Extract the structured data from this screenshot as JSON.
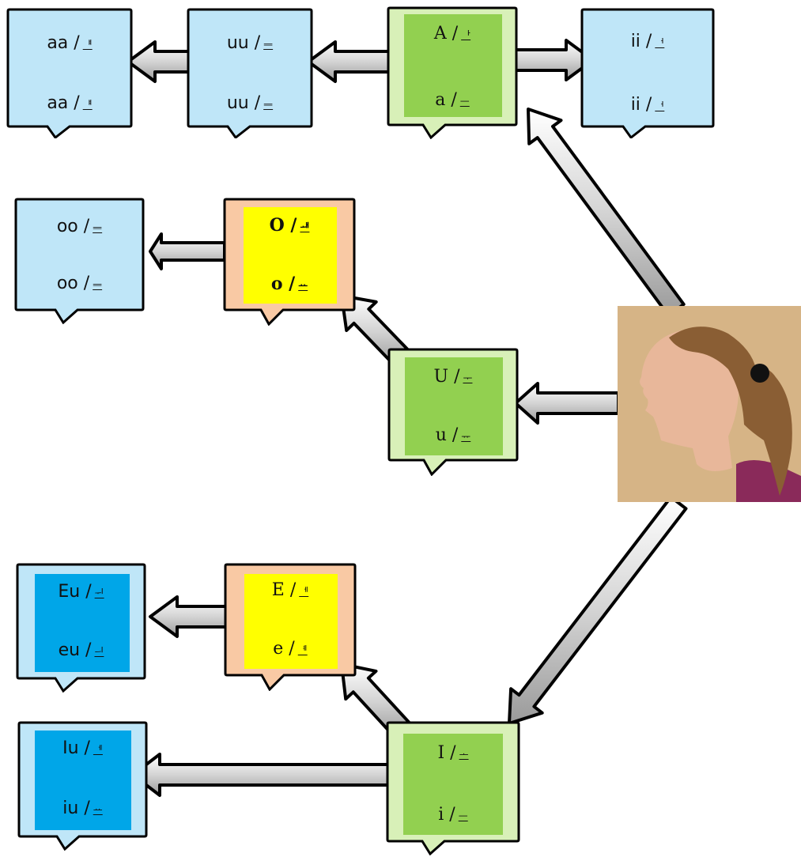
{
  "nodes": {
    "aa": {
      "upper": "aa /",
      "upper_glyph": "ᅤ",
      "lower": "aa /",
      "lower_glyph": "ᅤ"
    },
    "uu": {
      "upper": "uu /",
      "upper_glyph": "ᆖ",
      "lower": "uu /",
      "lower_glyph": "ᆖ"
    },
    "a": {
      "upper": "A /",
      "upper_glyph": "ᅡ",
      "lower": "a /",
      "lower_glyph": "ᅳ"
    },
    "ii": {
      "upper": "ii /",
      "upper_glyph": "ᅥ",
      "lower": "ii /",
      "lower_glyph": "ᅥ"
    },
    "oo": {
      "upper": "oo /",
      "upper_glyph": "ᆖ",
      "lower": "oo /",
      "lower_glyph": "ᆖ"
    },
    "o": {
      "upper": "O /",
      "upper_glyph": "ᅫ",
      "lower": "o /",
      "lower_glyph": "ᅭ"
    },
    "u": {
      "upper": "U /",
      "upper_glyph": "ᅮ",
      "lower": "u /",
      "lower_glyph": "ᅲ"
    },
    "eu": {
      "upper": "Eu /",
      "upper_glyph": "ᅱ",
      "lower": "eu /",
      "lower_glyph": "ᅴ"
    },
    "e": {
      "upper": "E /",
      "upper_glyph": "ᅦ",
      "lower": "e /",
      "lower_glyph": "ᅨ"
    },
    "iu": {
      "upper": "Iu /",
      "upper_glyph": "ᅦ",
      "lower": "iu /",
      "lower_glyph": "ᅭ"
    },
    "i": {
      "upper": "I /",
      "upper_glyph": "ᅩ",
      "lower": "i /",
      "lower_glyph": "ᅳ"
    }
  },
  "colors": {
    "light_blue": "#bfe6f8",
    "blue": "#00a6e8",
    "light_green": "#d8f0b8",
    "green": "#92d050",
    "light_orange": "#f9c9a4",
    "yellow": "#ffff00",
    "arrow_fill": "#d9d9d9",
    "arrow_stroke": "#000000"
  }
}
